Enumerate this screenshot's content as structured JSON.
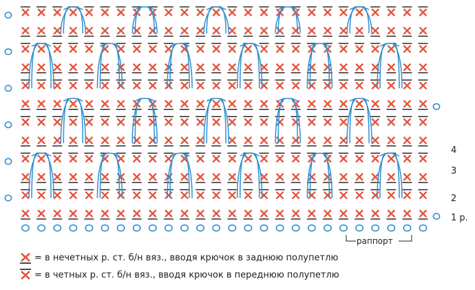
{
  "diagram": {
    "type": "crochet-chart",
    "row_numbers": [
      "1 р.",
      "2",
      "3",
      "4"
    ],
    "rapport_label": "раппорт",
    "stitches_per_row": 26,
    "chain_count": 26,
    "rows": 12,
    "colors": {
      "sc_stitch": "#e2573d",
      "sc_base_line": "#1c1c1c",
      "long_stitch": "#2f8fd1",
      "chain": "#2f8fd1",
      "turn_chain": "#2f8fd1"
    }
  },
  "legend": [
    {
      "symbol": "sc-back-loop",
      "text": "= в нечетных р. ст. б/н вяз., вводя крючок в заднюю полупетлю"
    },
    {
      "symbol": "sc-front-loop",
      "text": "= в четных р. ст. б/н вяз., вводя крючок в переднюю полупетлю"
    }
  ]
}
